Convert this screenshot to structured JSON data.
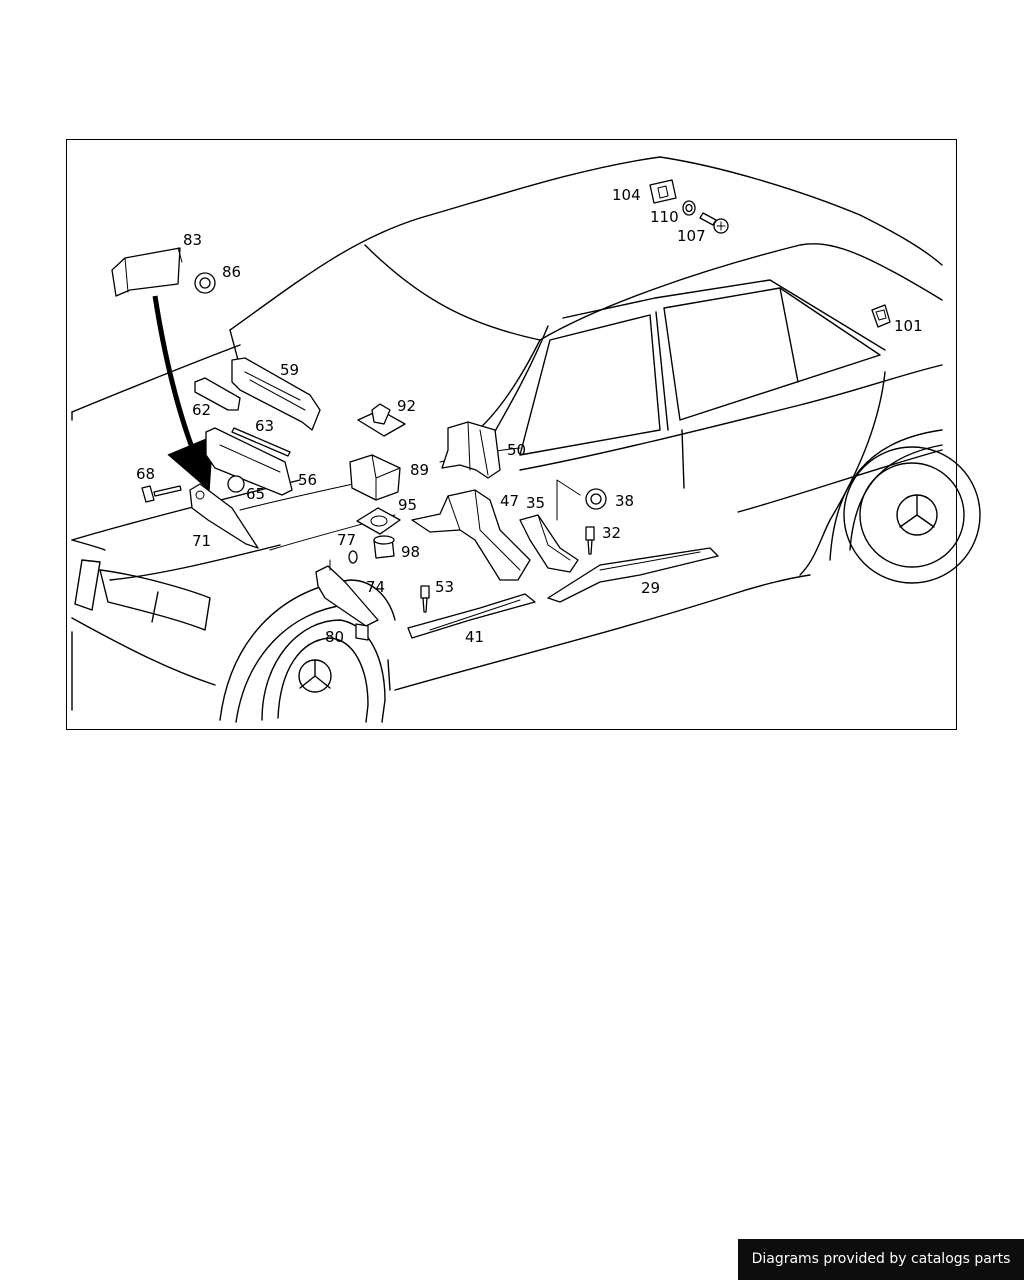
{
  "diagram": {
    "callouts": [
      "83",
      "86",
      "104",
      "110",
      "107",
      "101",
      "59",
      "62",
      "92",
      "63",
      "50",
      "89",
      "56",
      "68",
      "65",
      "95",
      "47",
      "35",
      "38",
      "71",
      "77",
      "98",
      "32",
      "74",
      "53",
      "29",
      "80",
      "41"
    ]
  },
  "footer": {
    "text": "Diagrams provided by catalogs parts"
  },
  "colors": {
    "line": "#000000",
    "background": "#ffffff",
    "badge_background": "#0d0d0d",
    "badge_text": "#ffffff"
  }
}
